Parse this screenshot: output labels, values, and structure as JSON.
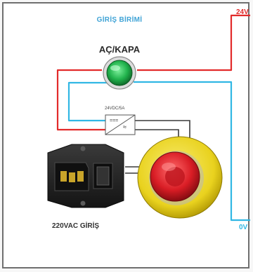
{
  "section_title": "GİRİŞ BİRİMİ",
  "switch_label": "AÇ/KAPA",
  "psu_rating": "24VDC/5A",
  "psu_dc_symbol": "===",
  "psu_ac_symbol": "≈",
  "input_label": "220VAC GİRİŞ",
  "voltage_positive": "24V",
  "voltage_zero": "0V",
  "colors": {
    "title": "#3fa3d6",
    "positive_wire": "#e22a2a",
    "zero_wire": "#31b7e4",
    "signal_wire": "#3a3a3a",
    "pilot_lamp": "#21b24c",
    "estop_head": "#d91d25",
    "estop_base": "#e9d21e",
    "inlet_body": "#232323"
  },
  "icons": {
    "pilot": "green-pilot-lamp",
    "estop": "emergency-stop-button",
    "psu": "power-supply-symbol",
    "inlet": "iec-power-inlet-with-switch"
  }
}
